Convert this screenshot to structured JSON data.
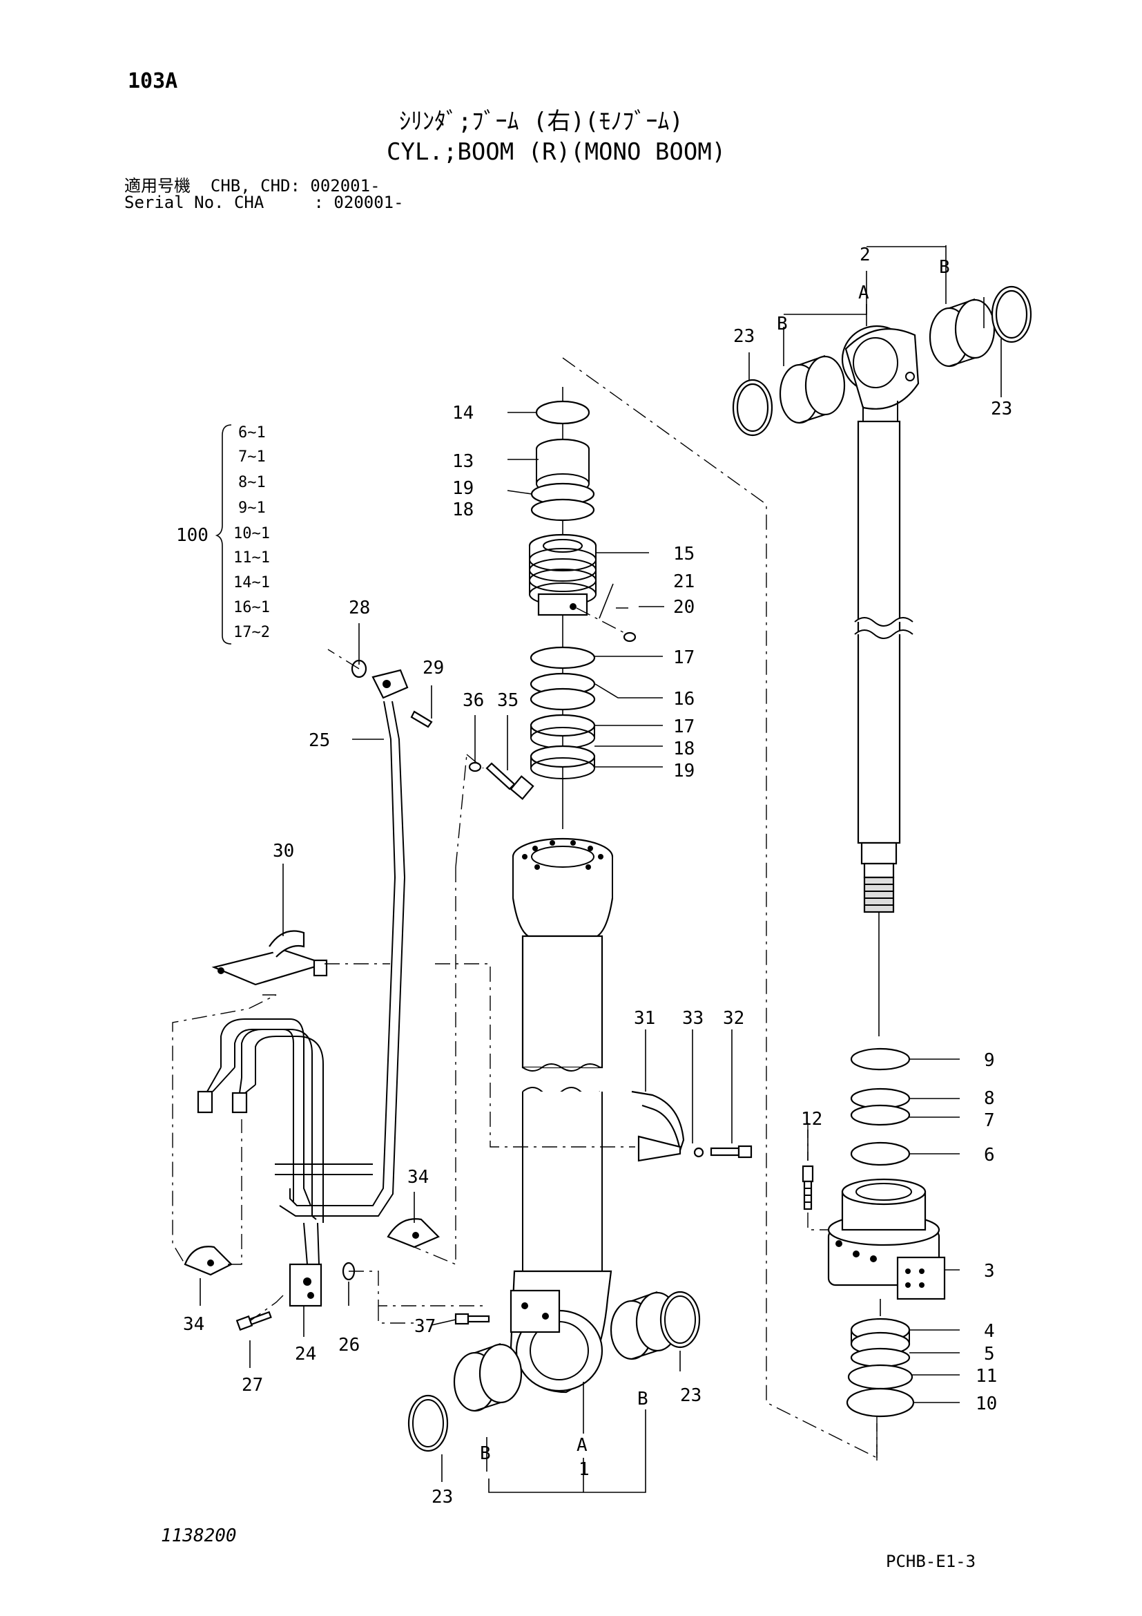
{
  "header": {
    "page_code": "103A",
    "title_jp": "ｼﾘﾝﾀﾞ;ﾌﾞｰﾑ (右)(ﾓﾉﾌﾞｰﾑ)",
    "title_en": "CYL.;BOOM (R)(MONO BOOM)",
    "serial_line1": "適用号機  CHB, CHD: 002001-",
    "serial_line2": "Serial No. CHA     : 020001-"
  },
  "kit": {
    "number": "100",
    "items": [
      "6~1",
      "7~1",
      "8~1",
      "9~1",
      "10~1",
      "11~1",
      "14~1",
      "16~1",
      "17~2"
    ]
  },
  "callouts": {
    "c1": "1",
    "c2": "2",
    "c3": "3",
    "c4": "4",
    "c5": "5",
    "c6": "6",
    "c7": "7",
    "c8a": "8",
    "c9": "9",
    "c10": "10",
    "c11": "11",
    "c12": "12",
    "c13": "13",
    "c14": "14",
    "c15": "15",
    "c16": "16",
    "c17a": "17",
    "c17b": "17",
    "c18a": "18",
    "c18b": "18",
    "c19a": "19",
    "c19b": "19",
    "c20": "20",
    "c21": "21",
    "c23a": "23",
    "c23b": "23",
    "c23c": "23",
    "c23d": "23",
    "c24": "24",
    "c25": "25",
    "c26": "26",
    "c27": "27",
    "c28": "28",
    "c29": "29",
    "c30": "30",
    "c31": "31",
    "c32": "32",
    "c33": "33",
    "c34a": "34",
    "c34b": "34",
    "c35": "35",
    "c36": "36",
    "c37": "37",
    "A_top": "A",
    "B_top_left": "B",
    "B_top_right": "B",
    "A_bottom": "A",
    "B_bottom_left": "B",
    "B_bottom_right": "B"
  },
  "footer": {
    "doc_number": "1138200",
    "page_ref": "PCHB-E1-3"
  }
}
